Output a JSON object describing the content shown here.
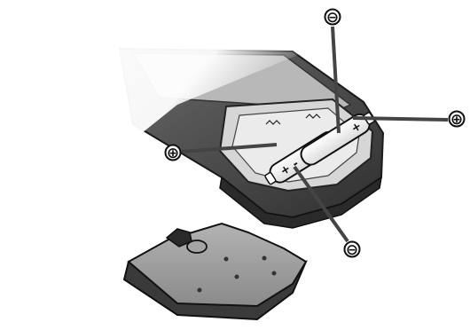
{
  "figure": {
    "subject": "remote-control-battery-installation",
    "callouts": [
      {
        "id": "top-negative",
        "symbol": "⊖",
        "polarity": "negative"
      },
      {
        "id": "right-positive",
        "symbol": "⊕",
        "polarity": "positive"
      },
      {
        "id": "left-positive",
        "symbol": "⊕",
        "polarity": "positive"
      },
      {
        "id": "bottom-negative",
        "symbol": "⊖",
        "polarity": "negative"
      }
    ],
    "battery_marks": {
      "battery_a_plus": "+",
      "battery_a_minus": "-",
      "battery_b_plus": "+"
    },
    "colors": {
      "body_dark": "#3a3a3a",
      "body_mid": "#8c8c8c",
      "compartment_light": "#d9d9d9",
      "cover_top": "#9a9a9a",
      "cover_side": "#404040",
      "battery_fill": "#ffffff",
      "leader_line": "#444444",
      "fade_white": "#ffffff"
    }
  }
}
